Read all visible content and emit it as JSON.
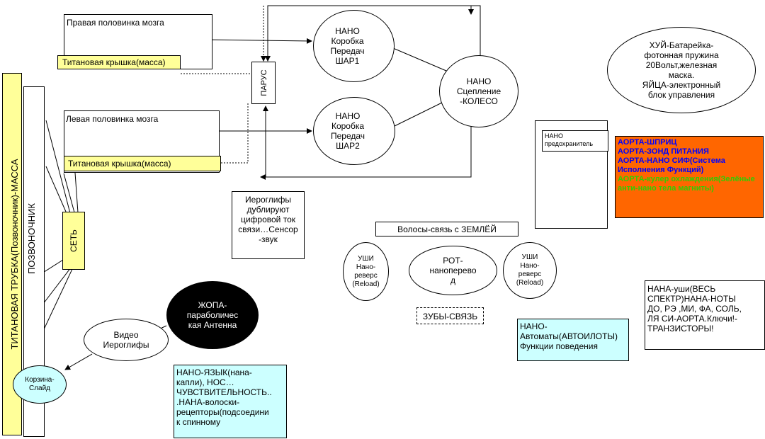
{
  "left_tube": "ТИТАНОВАЯ ТРУБКА(Позвоночник)-МАССА",
  "spine": "ПОЗВОНОЧНИК",
  "network": "СЕТЬ",
  "right_brain": "Правая половинка мозга",
  "left_brain": "Левая половинка мозга",
  "titanium_cap_1": "Титановая крышка(масса)",
  "titanium_cap_2": "Титановая крышка(масса)",
  "sail": "ПАРУС",
  "gearbox_1": "НАНО\nКоробка\nПередач\nШАР1",
  "gearbox_2": "НАНО\nКоробка\nПередач\nШАР2",
  "clutch": "НАНО\nСцепление\n-КОЛЕСО",
  "battery": "ХУЙ-Батарейка-\nфотонная пружина\n20Вольт,железная\nмаска.\nЯЙЦА-электронный\nблок управления",
  "fuse": "НАНО\nпредохранитель",
  "aorta_lines": [
    {
      "text": "АОРТА-ШПРИЦ",
      "color": "#0000ff"
    },
    {
      "text": "АОРТА-ЗОНД ПИТАНИЯ",
      "color": "#0000ff"
    },
    {
      "text": "АОРТА-НАНО СИФ(Система Исполнения Функций)",
      "color": "#0000ff"
    },
    {
      "text": "АОРТА-кулер охлаждения(Зелёные анти-нано тела магниты)",
      "color": "#33cc00"
    }
  ],
  "aorta_bg": "#ff6600",
  "hieroglyphs": "Иероглифы\nдублируют\nцифровой ток\nсвязи…Сенсор\n-звук",
  "hair": "Волосы-связь с ЗЕМЛЁЙ",
  "ear_left": "УШИ\nНано-\nреверс\n(Reload)",
  "ear_right": "УШИ\nНано-\nреверс\n(Reload)",
  "mouth": "РОТ-\nнаноперево\nд",
  "teeth": "ЗУБЫ-СВЯЗЬ",
  "butt": "ЖОПА-\nпараболичес\nкая Антенна",
  "video": "Видео\nИероглифы",
  "basket": "Корзина-\nСлайд",
  "tongue": "НАНО-ЯЗЫК(нана-\nкапли), НОС…\nЧУВСТВИТЕЛЬНОСТЬ..\n.НАНА-волоски-\nрецепторы(подсоедини\nк спинному",
  "automats": "НАНО-\nАвтоматы(АВТОИЛОТЫ)\nФункции поведения",
  "notes": "НАНА-уши(ВЕСЬ\nСПЕКТР)НАНА-НОТЫ\nДО, РЭ ,МИ, ФА, СОЛЬ,\nЛЯ СИ-АОРТА.Ключи!-\nТРАНЗИСТОРЫ!"
}
